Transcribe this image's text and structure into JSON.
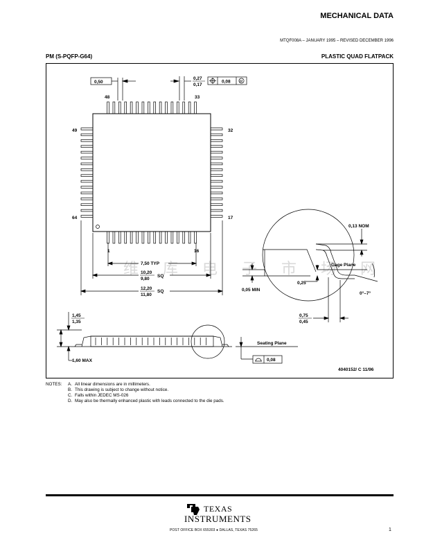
{
  "header": {
    "title": "MECHANICAL DATA",
    "revision": "MTQF008A – JANUARY 1995 – REVISED DECEMBER 1996",
    "package_code": "PM (S-PQFP-G64)",
    "package_type": "PLASTIC QUAD FLATPACK"
  },
  "drawing": {
    "pitch": "0,50",
    "lead_width_max": "0,27",
    "lead_width_min": "0,17",
    "position_tol": "0,08",
    "position_mod": "M",
    "pin_48": "48",
    "pin_33": "33",
    "pin_49": "49",
    "pin_32": "32",
    "pin_64": "64",
    "pin_17": "17",
    "pin_1": "1",
    "pin_16": "16",
    "dim_typ": "7,50 TYP",
    "body_max": "10,20",
    "body_min": "9,80",
    "sq": "SQ",
    "overall_max": "12,20",
    "overall_min": "11,80",
    "standoff_max": "1,45",
    "standoff_min": "1,35",
    "height_max": "1,60 MAX",
    "seating_plane": "Seating Plane",
    "coplanarity": "0,08",
    "nom": "0,13 NOM",
    "gage_plane": "Gage Plane",
    "gage": "0,25",
    "min_thickness": "0,05 MIN",
    "angle": "0°–7°",
    "foot_max": "0,75",
    "foot_min": "0,45",
    "drawing_id": "4040152/ C 11/96"
  },
  "notes": {
    "label": "NOTES:",
    "items": [
      {
        "letter": "A.",
        "text": "All linear dimensions are in millimeters."
      },
      {
        "letter": "B.",
        "text": "This drawing is subject to change without notice."
      },
      {
        "letter": "C.",
        "text": "Falls within JEDEC MS-026"
      },
      {
        "letter": "D.",
        "text": "May also be thermally enhanced plastic with leads connected to the die pads."
      }
    ]
  },
  "footer": {
    "brand_line1": "TEXAS",
    "brand_line2": "INSTRUMENTS",
    "address": "POST OFFICE BOX 655303 ● DALLAS, TEXAS 75265",
    "page_number": "1"
  },
  "watermark": "维 库 电 子 市 场 网"
}
